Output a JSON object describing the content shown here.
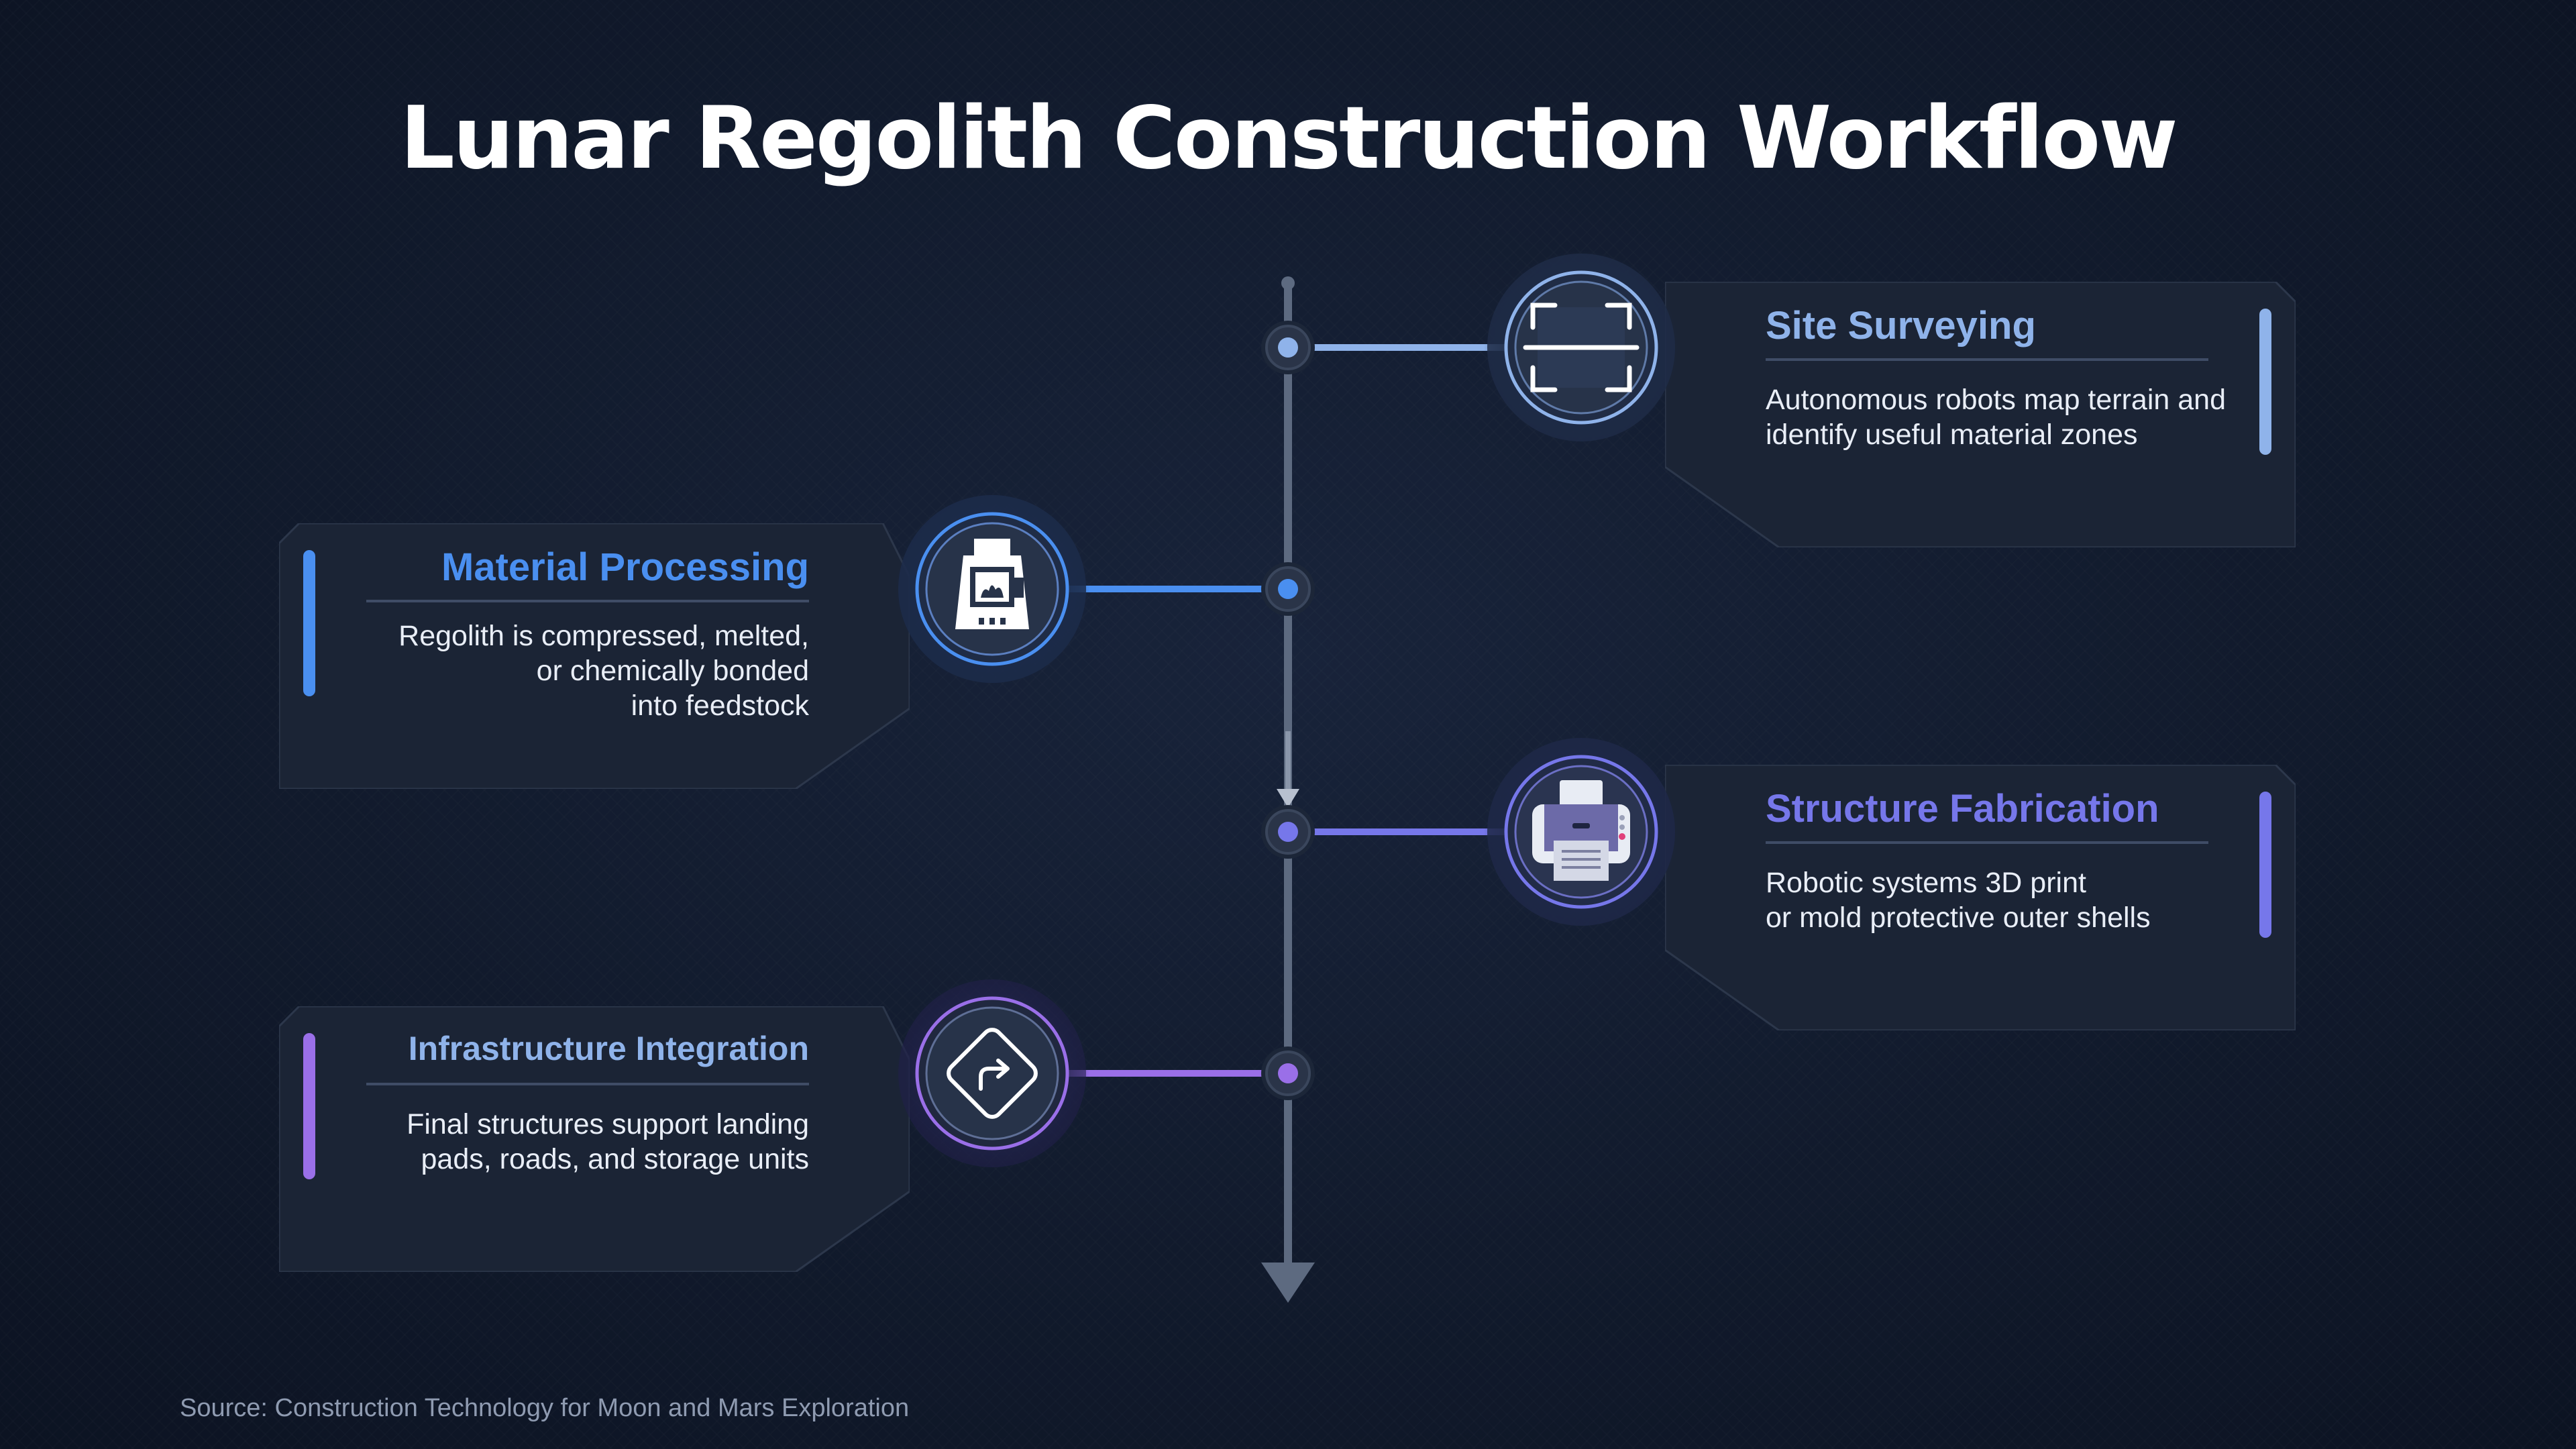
{
  "title": "Lunar Regolith Construction Workflow",
  "source": "Source: Construction Technology for Moon and Mars Exploration",
  "colors": {
    "background": "#111a2c",
    "card": "#1b2435",
    "timeline": "#5d6a80",
    "step1": "#8fb3ea",
    "step2": "#4a8ff0",
    "step3": "#7677ea",
    "step4": "#9a6fe8"
  },
  "steps": [
    {
      "title": "Site Surveying",
      "description": "Autonomous robots map terrain and\nidentify useful material zones",
      "icon": "scan-icon",
      "side": "right"
    },
    {
      "title": "Material Processing",
      "description": "Regolith is compressed, melted,\nor chemically bonded\ninto feedstock",
      "icon": "furnace-icon",
      "side": "left"
    },
    {
      "title": "Structure Fabrication",
      "description": "Robotic systems 3D print\nor mold protective outer shells",
      "icon": "printer-icon",
      "side": "right"
    },
    {
      "title": "Infrastructure Integration",
      "description": "Final structures support landing\npads, roads, and storage units",
      "icon": "route-sign-icon",
      "side": "left"
    }
  ]
}
